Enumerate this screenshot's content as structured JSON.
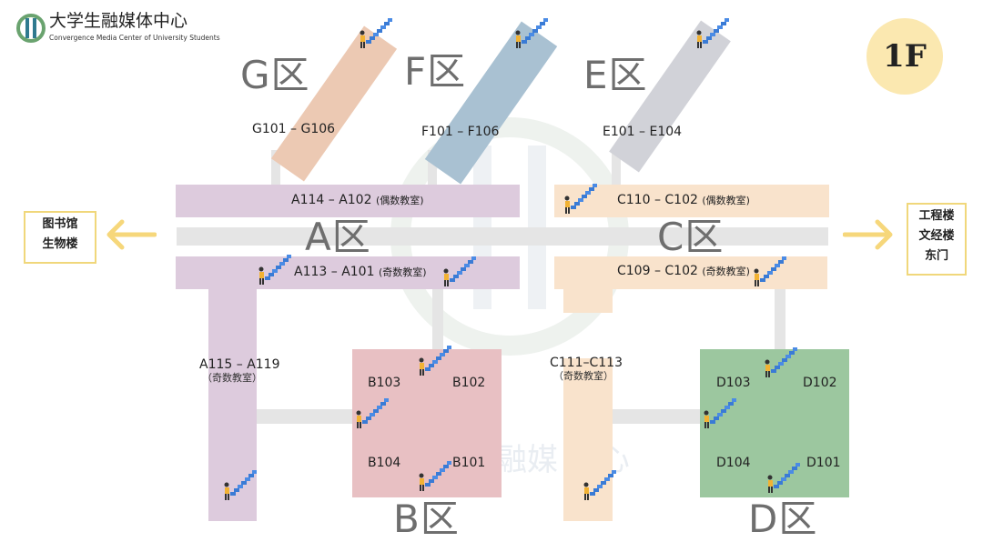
{
  "logo": {
    "title": "大学生融媒体中心",
    "subtitle": "Convergence Media Center of University Students"
  },
  "floor_badge": "1F",
  "colors": {
    "zone_g": "#ecc9b3",
    "zone_f": "#a9c1d2",
    "zone_e": "#d1d2d8",
    "zone_a": "#ddcbdd",
    "zone_b": "#e8c0c3",
    "zone_c": "#f9e3cc",
    "zone_d": "#9cc79f",
    "corridor": "#e5e5e5",
    "badge": "#fbe8b0",
    "arrow": "#f6d77b"
  },
  "zones": {
    "g": {
      "name": "G区",
      "rooms": "G101 – G106"
    },
    "f": {
      "name": "F区",
      "rooms": "F101 – F106"
    },
    "e": {
      "name": "E区",
      "rooms": "E101 – E104"
    },
    "a": {
      "name": "A区",
      "even": "A114 – A102",
      "even_tag": "(偶数教室)",
      "odd": "A113 – A101",
      "odd_tag": "(奇数教室)",
      "wing": "A115 – A119",
      "wing_tag": "（奇数教室）"
    },
    "b": {
      "name": "B区",
      "rooms": [
        "B103",
        "B102",
        "B104",
        "B101"
      ]
    },
    "c": {
      "name": "C区",
      "even": "C110 – C102",
      "even_tag": "(偶数教室)",
      "odd": "C109 – C102",
      "odd_tag": "(奇数教室)",
      "wing": "C111–C113",
      "wing_tag": "（奇数教室）"
    },
    "d": {
      "name": "D区",
      "rooms": [
        "D103",
        "D102",
        "D104",
        "D101"
      ]
    }
  },
  "left_exit": {
    "line1": "图书馆",
    "line2": "生物楼"
  },
  "right_exit": {
    "line1": "工程楼",
    "line2": "文经楼",
    "line3": "东门"
  },
  "icons": {
    "stairs": "stairs-icon",
    "arrow_left": "arrow-left-icon",
    "arrow_right": "arrow-right-icon"
  }
}
